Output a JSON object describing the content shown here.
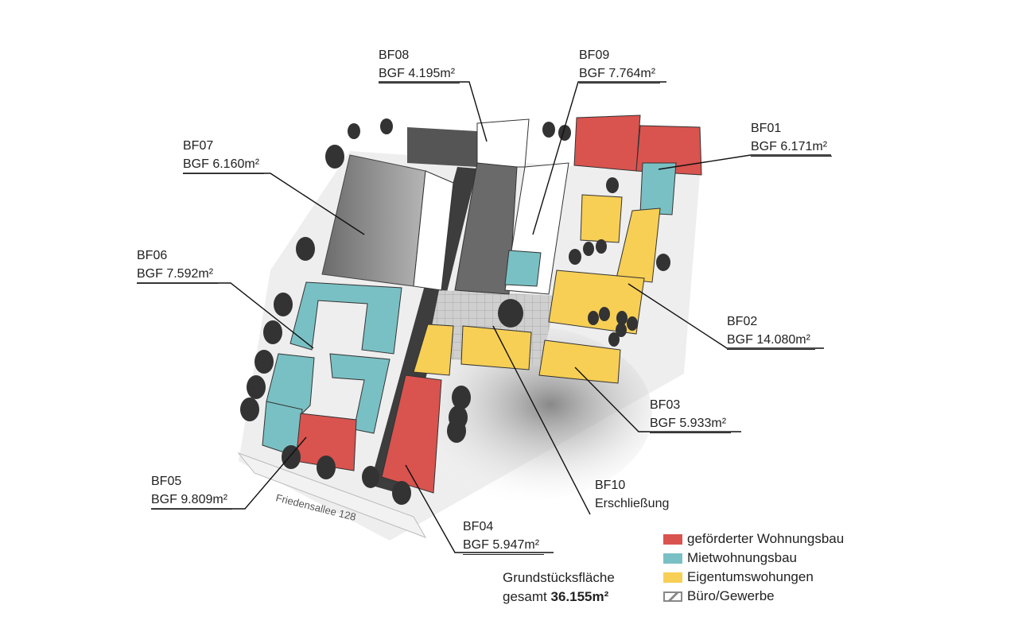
{
  "labels": {
    "bf01": {
      "name": "BF01",
      "value": "BGF 6.171m²"
    },
    "bf02": {
      "name": "BF02",
      "value": "BGF 14.080m²"
    },
    "bf03": {
      "name": "BF03",
      "value": "BGF 5.933m²"
    },
    "bf04": {
      "name": "BF04",
      "value": "BGF 5.947m²"
    },
    "bf05": {
      "name": "BF05",
      "value": "BGF 9.809m²"
    },
    "bf06": {
      "name": "BF06",
      "value": "BGF 7.592m²"
    },
    "bf07": {
      "name": "BF07",
      "value": "BGF 6.160m²"
    },
    "bf08": {
      "name": "BF08",
      "value": "BGF 4.195m²"
    },
    "bf09": {
      "name": "BF09",
      "value": "BGF 7.764m²"
    },
    "bf10": {
      "name": "BF10",
      "value": "Erschließung"
    }
  },
  "street": "Friedensallee 128",
  "legend": [
    {
      "label": "geförderter Wohnungsbau",
      "color": "#d9534f"
    },
    {
      "label": "Mietwohnungsbau",
      "color": "#79c0c4"
    },
    {
      "label": "Eigentumswohungen",
      "color": "#f7cf55"
    },
    {
      "label": "Büro/Gewerbe",
      "color": "#8a8a8a"
    }
  ],
  "site_area": {
    "line1": "Grundstücksfläche",
    "line2_prefix": "gesamt ",
    "line2_value": "36.155m²"
  }
}
